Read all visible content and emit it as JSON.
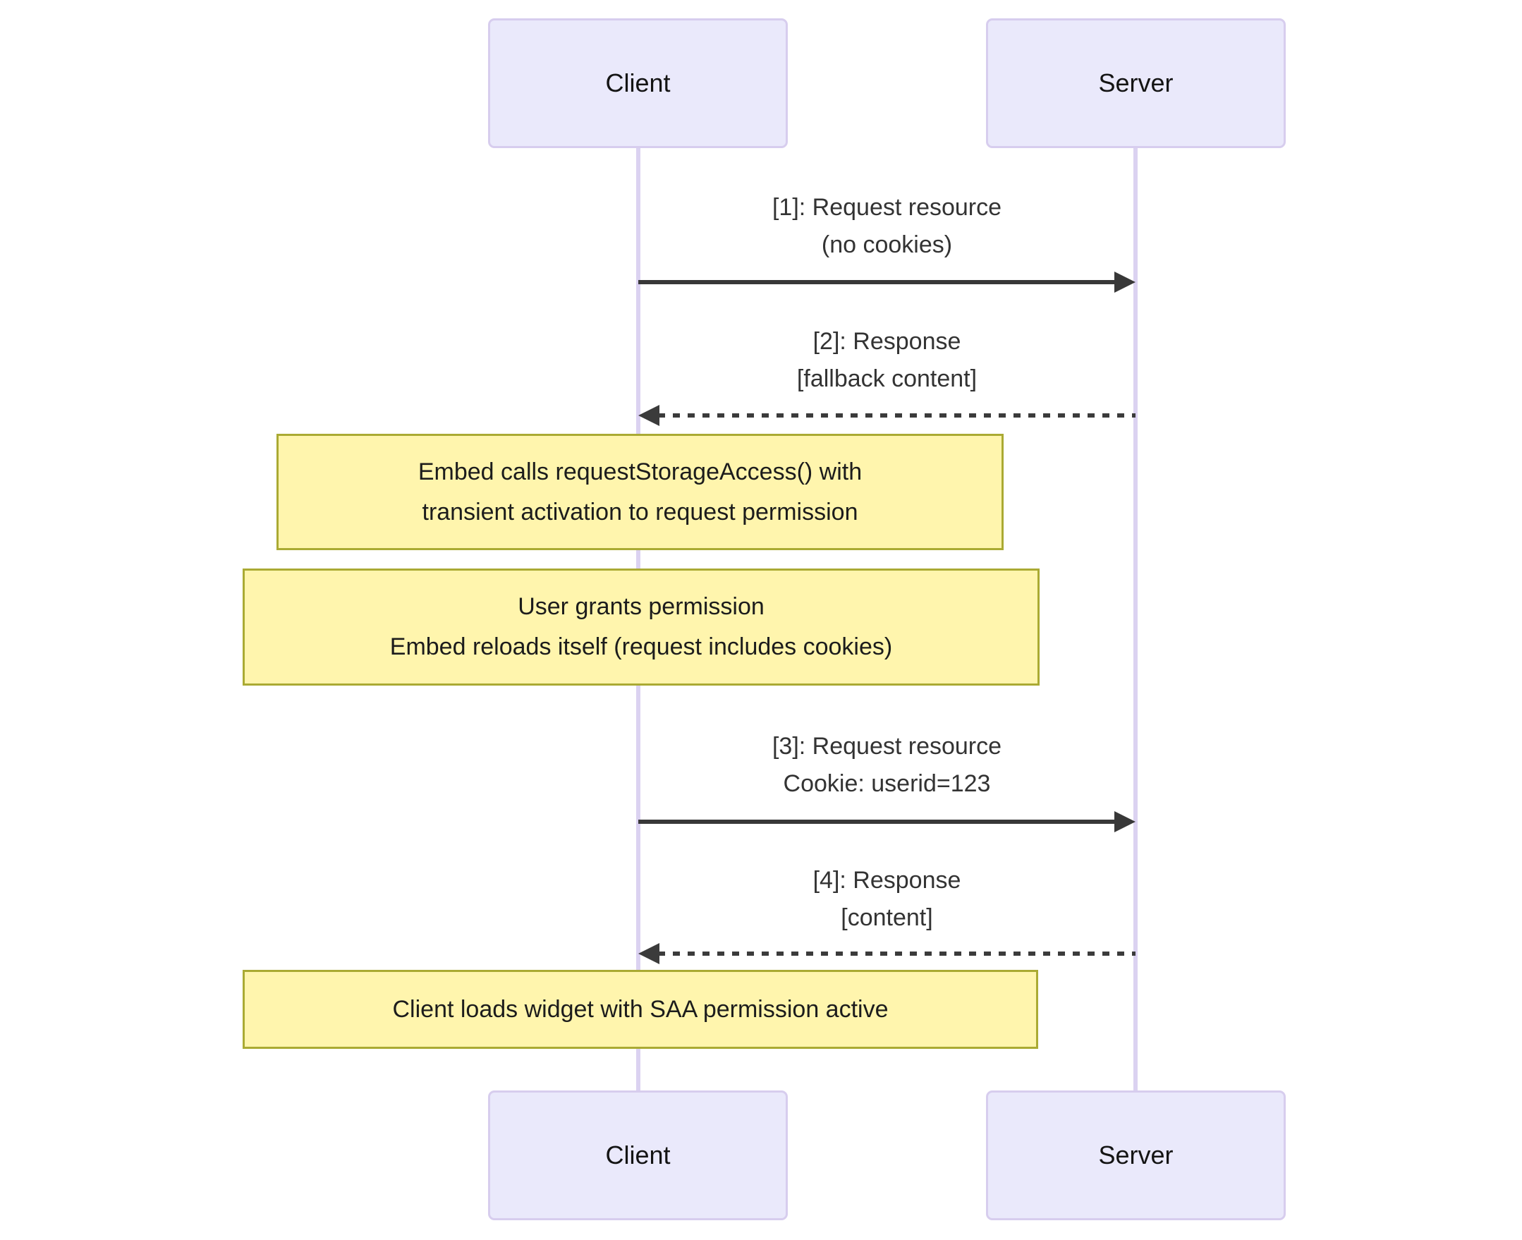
{
  "diagram": {
    "type": "sequence-diagram",
    "actors": {
      "client": {
        "label": "Client"
      },
      "server": {
        "label": "Server"
      }
    },
    "messages": [
      {
        "seq": "1",
        "from": "Client",
        "to": "Server",
        "style": "solid",
        "lines": [
          "[1]: Request resource",
          "(no cookies)"
        ]
      },
      {
        "seq": "2",
        "from": "Server",
        "to": "Client",
        "style": "dashed",
        "lines": [
          "[2]: Response",
          "[fallback content]"
        ]
      },
      {
        "seq": "3",
        "from": "Client",
        "to": "Server",
        "style": "solid",
        "lines": [
          "[3]: Request resource",
          "Cookie: userid=123"
        ]
      },
      {
        "seq": "4",
        "from": "Server",
        "to": "Client",
        "style": "dashed",
        "lines": [
          "[4]: Response",
          "[content]"
        ]
      }
    ],
    "notes": [
      {
        "lines": [
          "Embed calls requestStorageAccess() with",
          "transient activation to request permission"
        ]
      },
      {
        "lines": [
          "User grants permission",
          "Embed reloads itself (request includes cookies)"
        ]
      },
      {
        "lines": [
          "Client loads widget with SAA permission active"
        ]
      }
    ],
    "colors": {
      "background": "#ffffff",
      "actor_fill": "#eae9fb",
      "actor_border": "#d7cdee",
      "lifeline": "#dbd2f1",
      "note_fill": "#fff5ad",
      "note_border": "#aaaa33",
      "message_text": "#333333",
      "arrow": "#383838"
    }
  }
}
